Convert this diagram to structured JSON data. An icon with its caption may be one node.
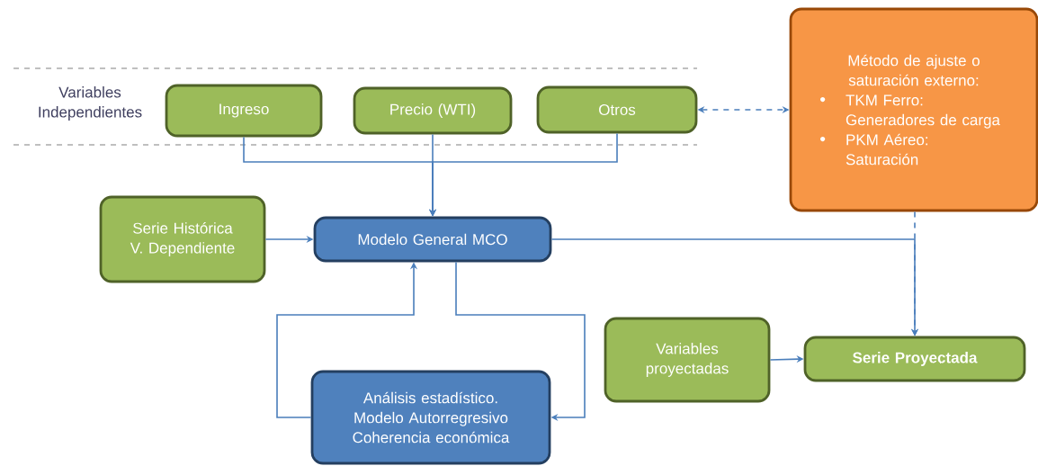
{
  "diagram": {
    "nodes": [
      {
        "text": [
          "Ingreso"
        ]
      },
      {
        "text": [
          "Precio (WTI)"
        ]
      },
      {
        "text": [
          "Otros"
        ]
      },
      {
        "text": [
          "Método de ajuste o saturación externo:",
          "TKM Ferro: Generadores de carga",
          "PKM Aéreo: Saturación"
        ]
      },
      {
        "text": [
          "Serie Histórica V. Dependiente"
        ]
      },
      {
        "text": [
          "Modelo General MCO"
        ]
      },
      {
        "text": [
          "Análisis estadístico. Modelo Autorregresivo Coherencia económica"
        ]
      },
      {
        "text": [
          "Variables proyectadas"
        ]
      },
      {
        "text": [
          "Serie Proyectada"
        ]
      }
    ],
    "edges": [
      {
        "from": 0,
        "to": 5,
        "arrow": "to"
      },
      {
        "from": 1,
        "to": 5,
        "arrow": "to"
      },
      {
        "from": 2,
        "to": 5,
        "arrow": "to"
      },
      {
        "from": 2,
        "to": 3,
        "arrow": "both",
        "style": "dashed"
      },
      {
        "from": 4,
        "to": 5,
        "arrow": "to"
      },
      {
        "from": 5,
        "to": 8,
        "arrow": "to"
      },
      {
        "from": 3,
        "to": 8,
        "arrow": "to",
        "style": "dashed"
      },
      {
        "from": 5,
        "to": 6,
        "arrow": "to"
      },
      {
        "from": 6,
        "to": 5,
        "arrow": "to"
      },
      {
        "from": 7,
        "to": 8,
        "arrow": "to"
      }
    ],
    "labels": [
      "Variables Independientes"
    ]
  }
}
